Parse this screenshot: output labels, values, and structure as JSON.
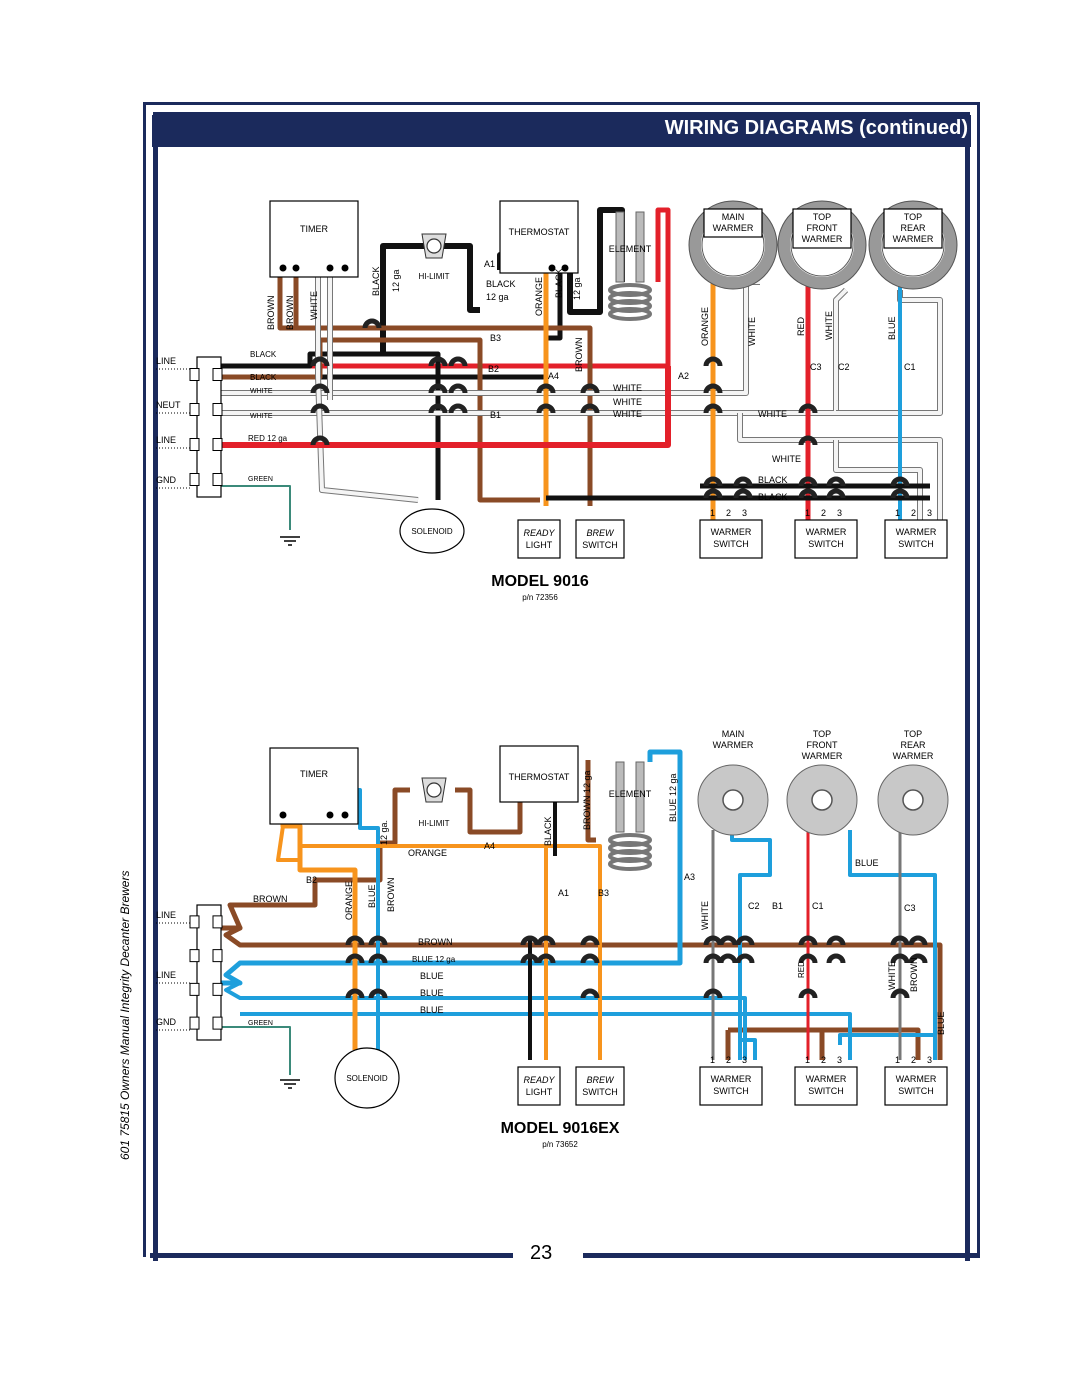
{
  "page": {
    "title": "WIRING DIAGRAMS (continued)",
    "page_number": "23",
    "side_text": "601 75815 Owners Manual Integrity Decanter Brewers"
  },
  "colors": {
    "navy": "#1b2a5c",
    "black": "#111111",
    "brown": "#8a4a26",
    "white_wire": "#c9c9c9",
    "orange": "#f7941d",
    "red": "#e3202a",
    "blue": "#1e9fdc",
    "green": "#3b8a7a"
  },
  "diagram1": {
    "model": "MODEL  9016",
    "part_number": "p/n 72356",
    "timer": "TIMER",
    "thermostat": "THERMOSTAT",
    "element": "ELEMENT",
    "hi_limit": "HI-LIMIT",
    "solenoid": "SOLENOID",
    "ready": "READY",
    "light": "LIGHT",
    "brew": "BREW",
    "switch": "SWITCH",
    "warmer": "WARMER",
    "main_warmer": [
      "MAIN",
      "WARMER"
    ],
    "top_front_warmer": [
      "TOP",
      "FRONT",
      "WARMER"
    ],
    "top_rear_warmer": [
      "TOP",
      "REAR",
      "WARMER"
    ],
    "terminals": [
      "LINE",
      "NEUT",
      "LINE",
      "GND"
    ],
    "wire_labels": {
      "black": "BLACK",
      "white": "WHITE",
      "red12": "RED 12 ga",
      "green": "GREEN",
      "brown": "BROWN",
      "orange": "ORANGE",
      "red": "RED",
      "blue": "BLUE",
      "ga12": "12 ga"
    },
    "points": [
      "A1",
      "A2",
      "A4",
      "B1",
      "B2",
      "B3",
      "C1",
      "C2",
      "C3"
    ],
    "switch_numbers": [
      "1",
      "2",
      "3"
    ]
  },
  "diagram2": {
    "model": "MODEL  9016EX",
    "part_number": "p/n 73652",
    "timer": "TIMER",
    "thermostat": "THERMOSTAT",
    "element": "ELEMENT",
    "hi_limit": "HI-LIMIT",
    "solenoid": "SOLENOID",
    "ready": "READY",
    "light": "LIGHT",
    "brew": "BREW",
    "switch": "SWITCH",
    "warmer": "WARMER",
    "main_warmer": [
      "MAIN",
      "WARMER"
    ],
    "top_front_warmer": [
      "TOP",
      "FRONT",
      "WARMER"
    ],
    "top_rear_warmer": [
      "TOP",
      "REAR",
      "WARMER"
    ],
    "terminals": [
      "LINE",
      "LINE",
      "GND"
    ],
    "wire_labels": {
      "brown": "BROWN",
      "blue12": "BLUE 12 ga",
      "blue": "BLUE",
      "green": "GREEN",
      "orange": "ORANGE",
      "black": "BLACK",
      "white": "WHITE",
      "red": "RED",
      "ga12": "12 ga",
      "ga12dot": "12 ga.",
      "brown12": "BROWN 12 ga",
      "blue12v": "BLUE 12 ga"
    },
    "points": [
      "A1",
      "A3",
      "A4",
      "B1",
      "B2",
      "B3",
      "C1",
      "C2",
      "C3"
    ],
    "switch_numbers": [
      "1",
      "2",
      "3"
    ]
  }
}
